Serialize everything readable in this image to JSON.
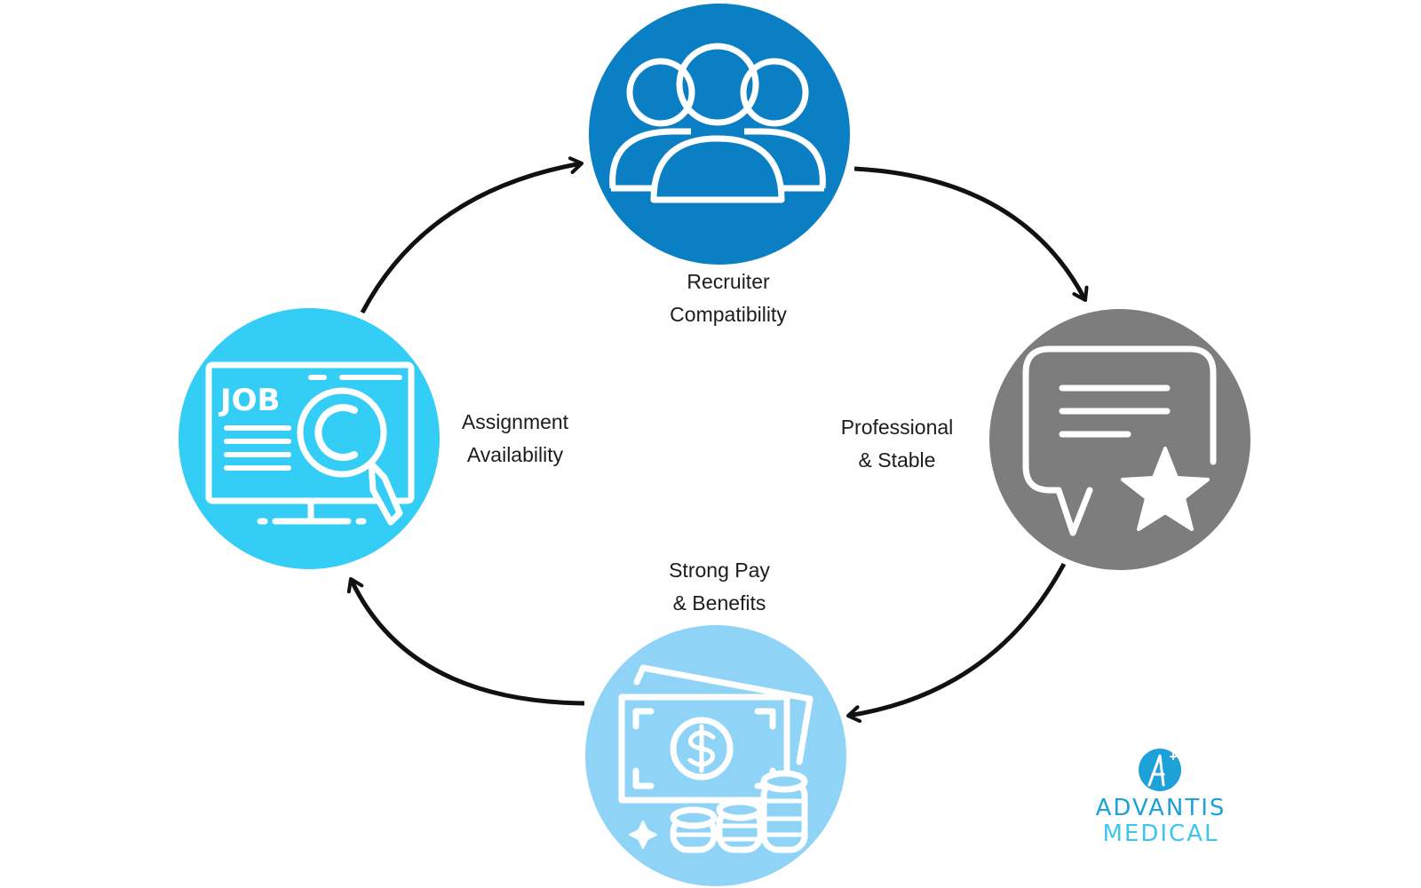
{
  "nodes": [
    {
      "id": "recruiter",
      "label_lines": [
        "Recruiter",
        "Compatibility"
      ],
      "color": "#0a7fc4",
      "icon": "people-group-icon"
    },
    {
      "id": "professional",
      "label_lines": [
        "Professional",
        "& Stable"
      ],
      "color": "#7d7d7d",
      "icon": "chat-star-icon"
    },
    {
      "id": "pay",
      "label_lines": [
        "Strong Pay",
        "& Benefits"
      ],
      "color": "#8fd4f7",
      "icon": "money-coins-icon"
    },
    {
      "id": "assignment",
      "label_lines": [
        "Assignment",
        "Availability"
      ],
      "color": "#33cdf6",
      "icon": "job-search-monitor-icon"
    }
  ],
  "cycle": [
    "recruiter",
    "professional",
    "pay",
    "assignment"
  ],
  "logo": {
    "line1": "ADVANTIS",
    "line2": "MEDICAL",
    "color1": "#1ea0d8",
    "color2": "#3cc6ee",
    "icon": "advantis-a-logo-icon"
  }
}
